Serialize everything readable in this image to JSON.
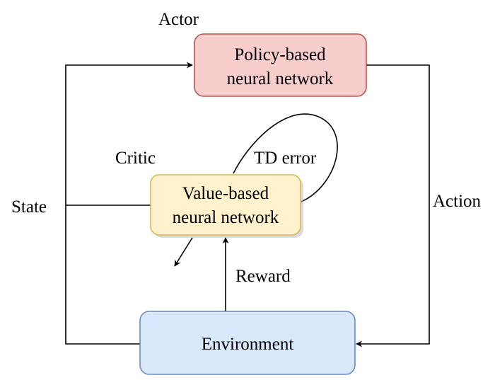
{
  "nodes": {
    "actor_box": {
      "line1": "Policy-based",
      "line2": "neural network",
      "fill": "#f8cecc",
      "stroke": "#b85450"
    },
    "critic_box": {
      "line1": "Value-based",
      "line2": "neural network",
      "fill": "#fff2cc",
      "stroke": "#d6b656"
    },
    "environment_box": {
      "label": "Environment",
      "fill": "#dae8fc",
      "stroke": "#6c8ebf"
    }
  },
  "labels": {
    "actor": "Actor",
    "critic": "Critic",
    "state": "State",
    "action": "Action",
    "reward": "Reward",
    "td_error": "TD error"
  }
}
